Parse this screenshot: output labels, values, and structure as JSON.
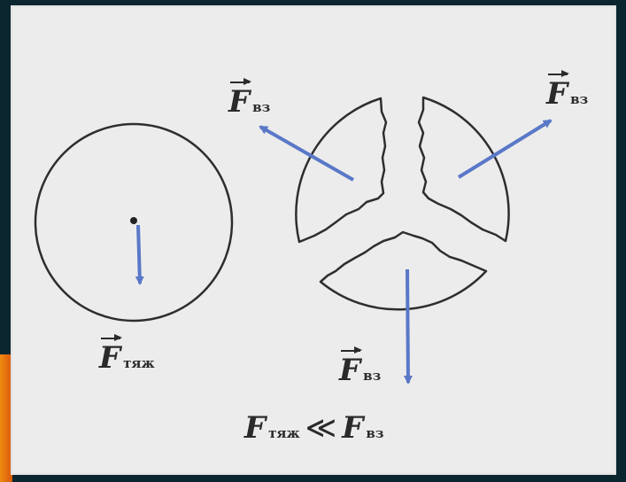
{
  "labels": {
    "f_grav": {
      "symbol": "F",
      "sub": "тяж"
    },
    "f_vz_left": {
      "symbol": "F",
      "sub": "вз"
    },
    "f_vz_right": {
      "symbol": "F",
      "sub": "вз"
    },
    "f_vz_bottom": {
      "symbol": "F",
      "sub": "вз"
    }
  },
  "formula": {
    "left_symbol": "F",
    "left_sub": "тяж",
    "relation": "≪",
    "right_symbol": "F",
    "right_sub": "вз"
  },
  "colors": {
    "outline": "#2e2e2e",
    "arrow": "#5a78c8",
    "paper": "#ececec",
    "frame": "#0c2630"
  }
}
